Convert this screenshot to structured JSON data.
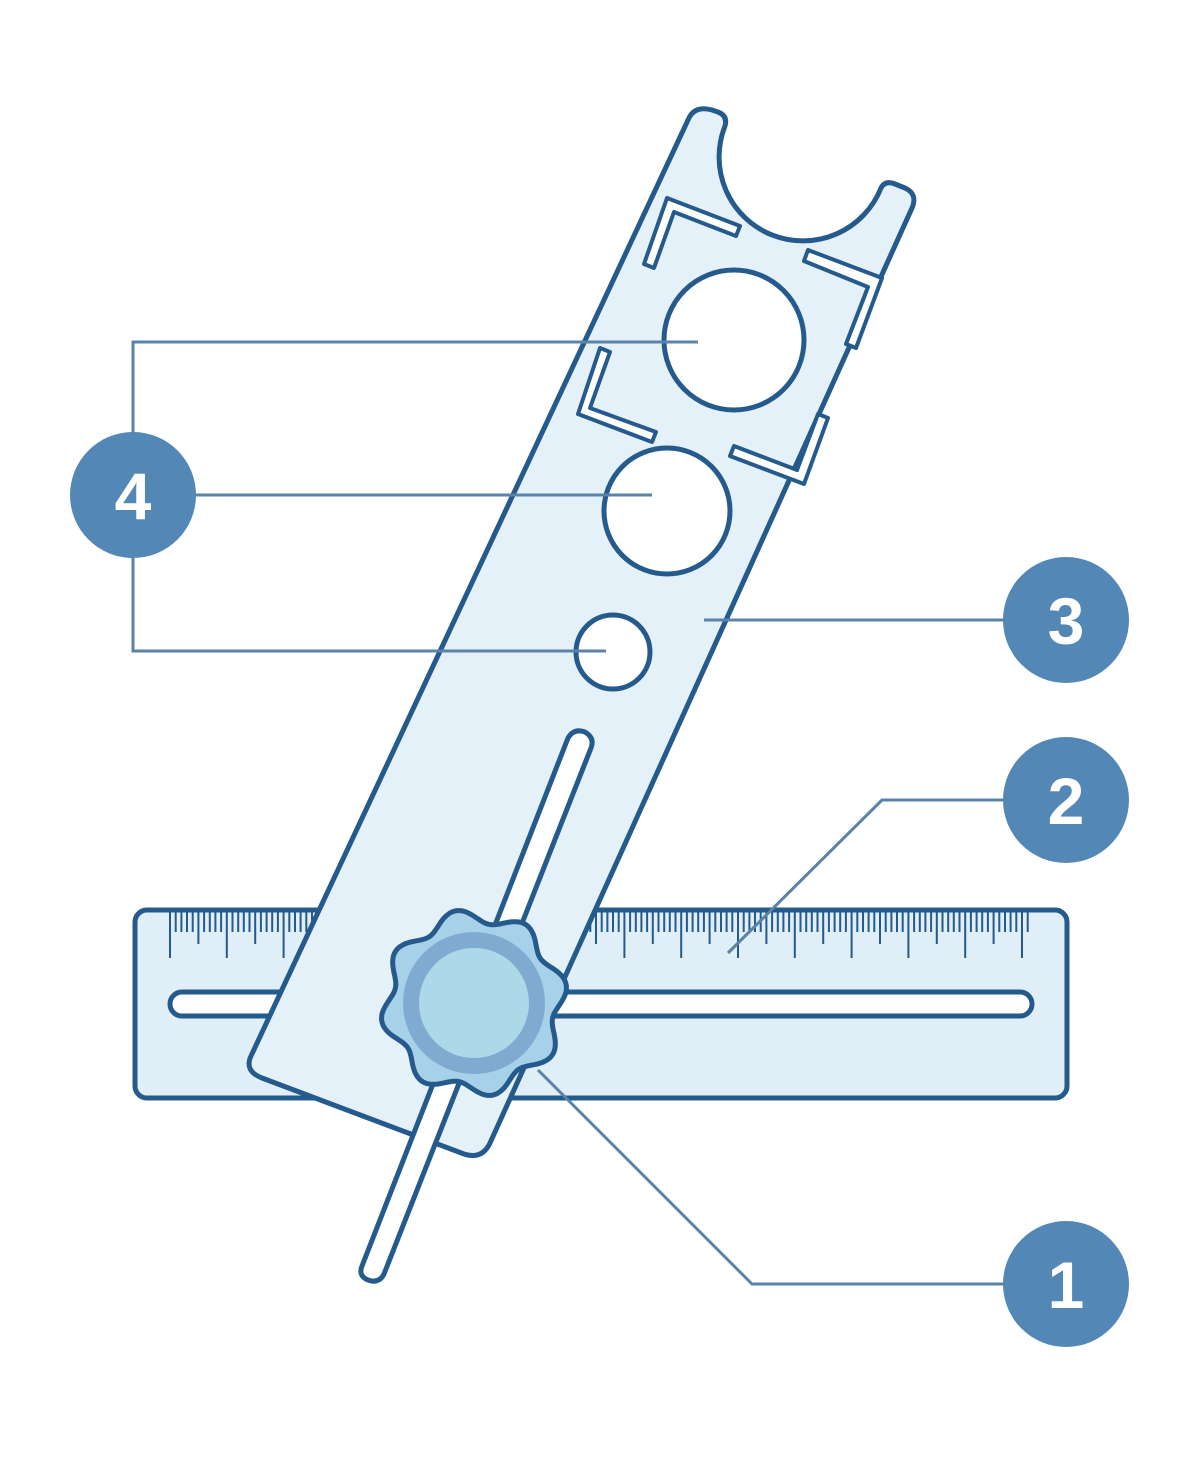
{
  "colors": {
    "outline": "#255a8c",
    "ruler_fill": "#e0eef7",
    "guide_fill": "#e5f1f8",
    "knob_outer": "#a7d1e8",
    "knob_ring": "#7fabd0",
    "knob_inner": "#add8e8",
    "leader": "#5b82a8",
    "badge": "#5287b6",
    "background": "#ffffff"
  },
  "callouts": [
    {
      "id": "1",
      "label": "1",
      "part": "knob"
    },
    {
      "id": "2",
      "label": "2",
      "part": "ruler"
    },
    {
      "id": "3",
      "label": "3",
      "part": "guide-bar"
    },
    {
      "id": "4",
      "label": "4",
      "part": "template-holes"
    }
  ],
  "icons": {
    "knob": "star-knob-icon"
  }
}
